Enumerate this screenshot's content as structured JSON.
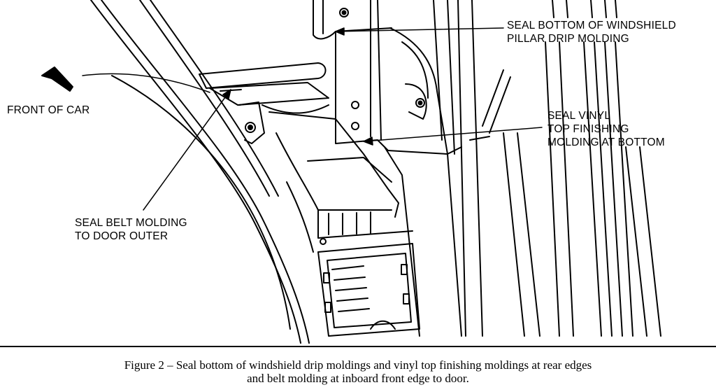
{
  "labels": {
    "front_of_car": "FRONT OF CAR",
    "seal_bottom_line1": "SEAL BOTTOM OF WINDSHIELD",
    "seal_bottom_line2": "PILLAR DRIP MOLDING",
    "seal_vinyl_line1": "SEAL VINYL",
    "seal_vinyl_line2": "TOP FINISHING",
    "seal_vinyl_line3": "MOLDING AT BOTTOM",
    "seal_belt_line1": "SEAL BELT MOLDING",
    "seal_belt_line2": "TO DOOR OUTER"
  },
  "caption": {
    "line1": "Figure 2 – Seal bottom of windshield drip moldings and vinyl top finishing moldings at rear edges",
    "line2": "and belt molding at inboard front edge to door."
  }
}
